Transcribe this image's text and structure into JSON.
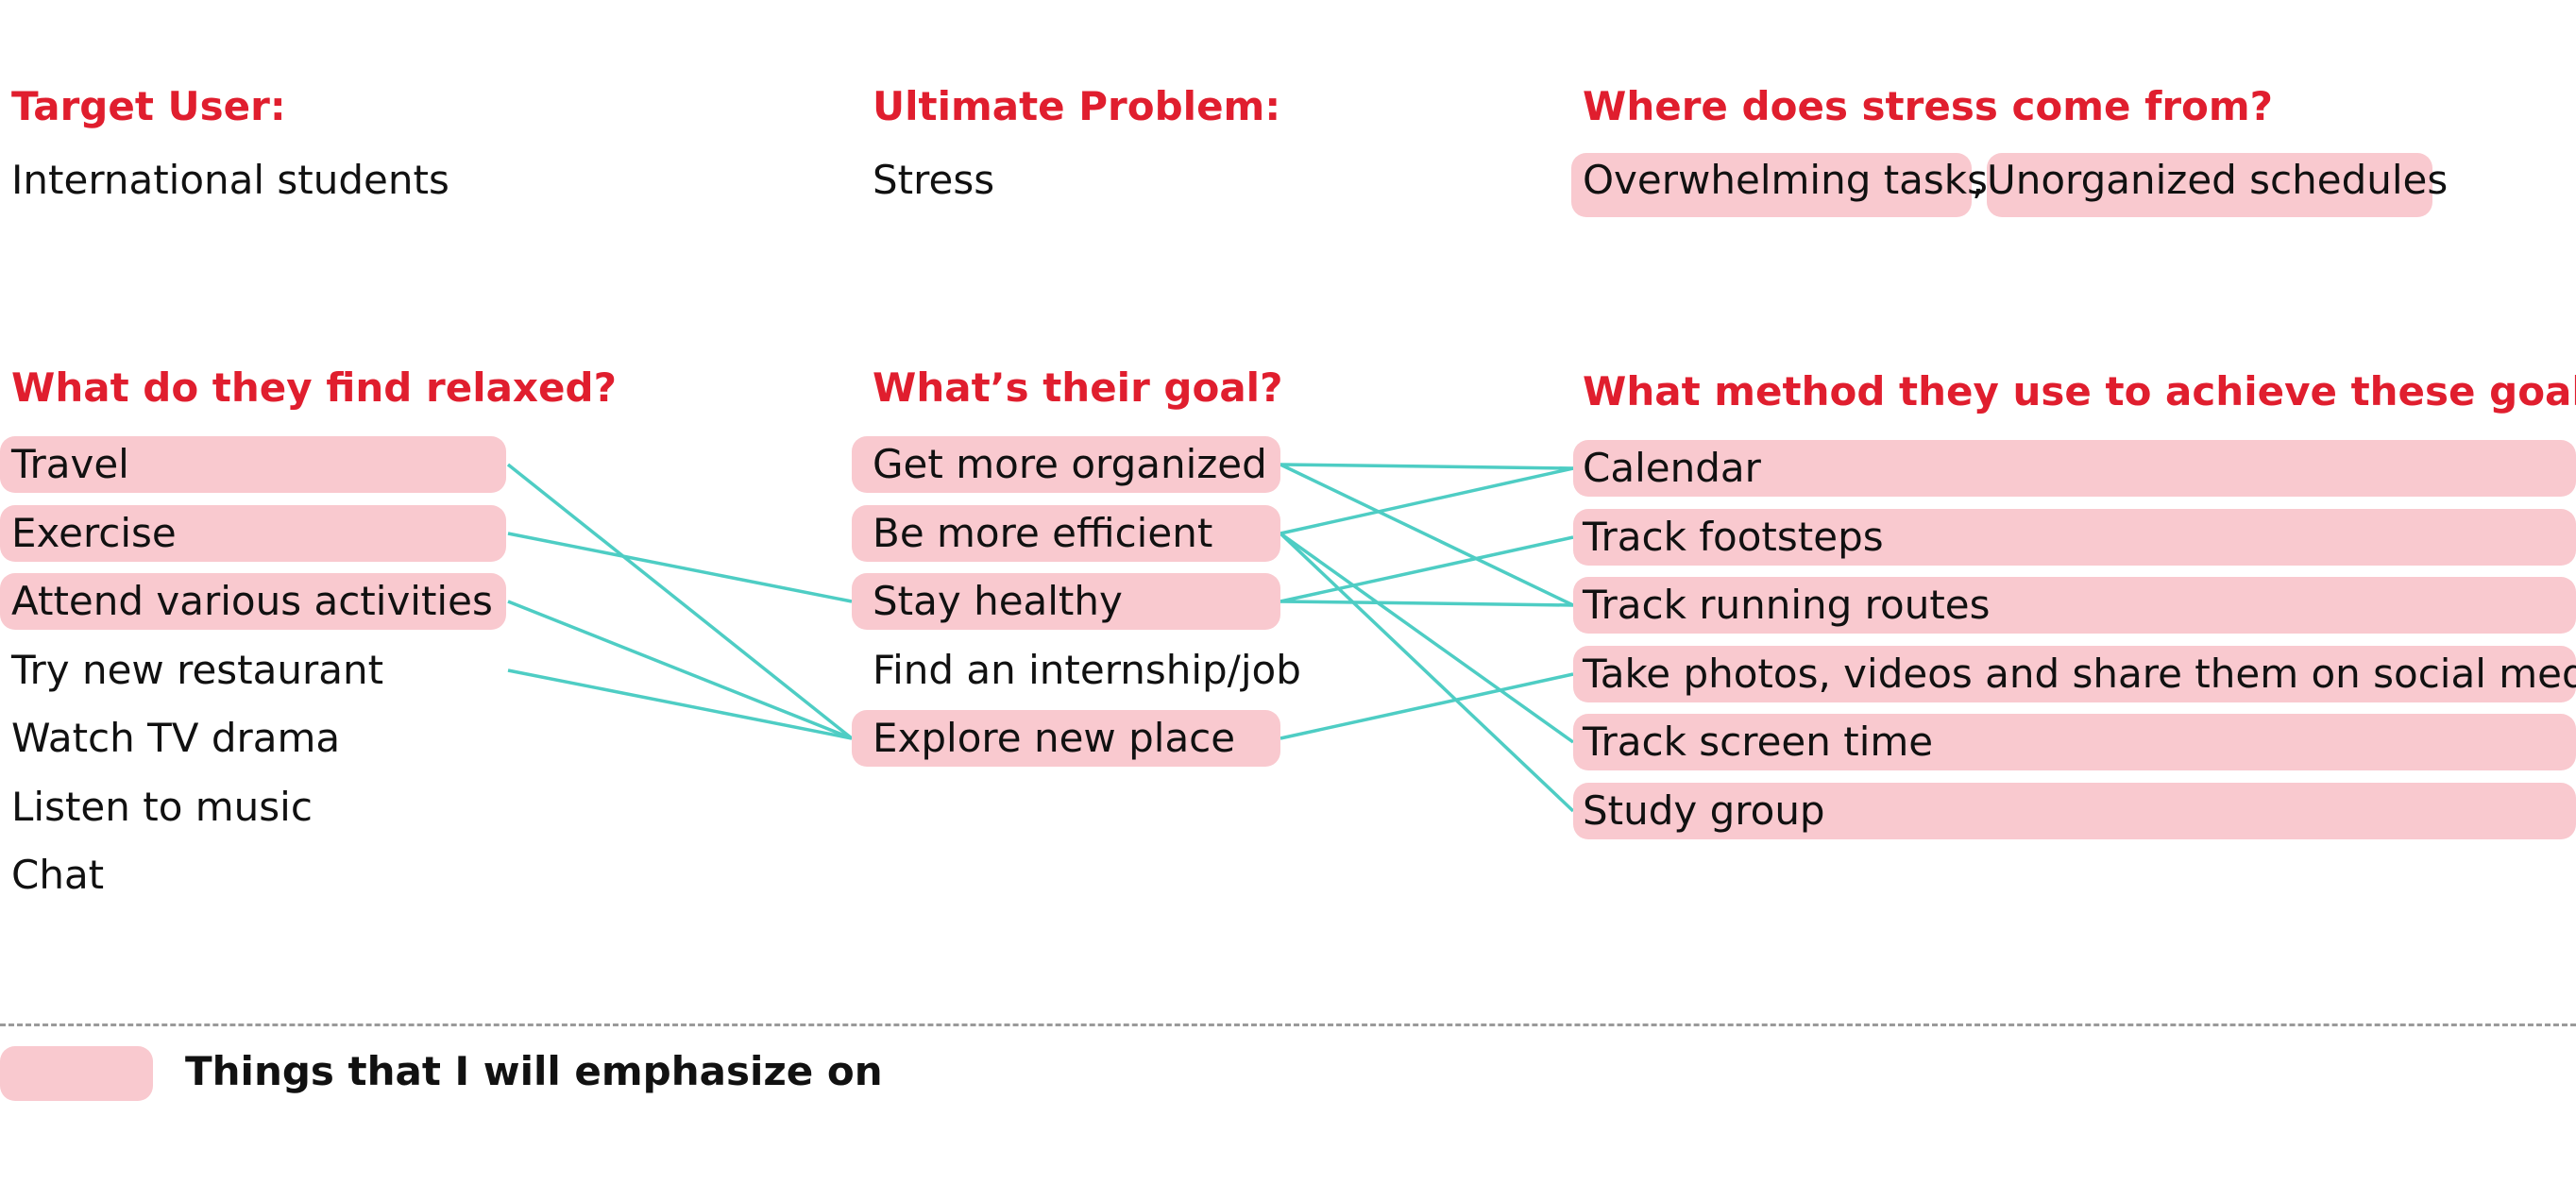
{
  "colors": {
    "heading": "#e01e2e",
    "highlight": "#f9c9cf",
    "link": "#4ecdc4",
    "text": "#111111"
  },
  "top": {
    "target_user": {
      "heading": "Target User:",
      "value": "International students"
    },
    "ultimate_problem": {
      "heading": "Ultimate Problem:",
      "value": "Stress"
    },
    "stress_source": {
      "heading": "Where does stress come from?",
      "item1": "Overwhelming tasks",
      "separator": ",",
      "item2": "Unorganized schedules"
    }
  },
  "relaxed": {
    "heading": "What do they find relaxed?",
    "items": [
      {
        "label": "Travel",
        "emphasized": true
      },
      {
        "label": "Exercise",
        "emphasized": true
      },
      {
        "label": "Attend various activities",
        "emphasized": true
      },
      {
        "label": "Try new restaurant",
        "emphasized": false
      },
      {
        "label": "Watch TV drama",
        "emphasized": false
      },
      {
        "label": "Listen to music",
        "emphasized": false
      },
      {
        "label": "Chat",
        "emphasized": false
      }
    ]
  },
  "goals": {
    "heading": "What’s their goal?",
    "items": [
      {
        "label": "Get more organized",
        "emphasized": true
      },
      {
        "label": "Be more efficient",
        "emphasized": true
      },
      {
        "label": "Stay healthy",
        "emphasized": true
      },
      {
        "label": "Find an internship/job",
        "emphasized": false
      },
      {
        "label": "Explore new place",
        "emphasized": true
      }
    ]
  },
  "methods": {
    "heading": "What method they use to achieve these goals?",
    "items": [
      {
        "label": "Calendar",
        "emphasized": true
      },
      {
        "label": "Track footsteps",
        "emphasized": true
      },
      {
        "label": "Track running routes",
        "emphasized": true
      },
      {
        "label": "Take photos, videos and share them on social media",
        "emphasized": true
      },
      {
        "label": "Track screen time",
        "emphasized": true
      },
      {
        "label": "Study group",
        "emphasized": true
      }
    ]
  },
  "links": [
    {
      "from": "relaxed.0",
      "to": "goals.4"
    },
    {
      "from": "relaxed.1",
      "to": "goals.2"
    },
    {
      "from": "relaxed.2",
      "to": "goals.4"
    },
    {
      "from": "relaxed.3",
      "to": "goals.4"
    },
    {
      "from": "goals.0",
      "to": "methods.0"
    },
    {
      "from": "goals.0",
      "to": "methods.2"
    },
    {
      "from": "goals.1",
      "to": "methods.0"
    },
    {
      "from": "goals.1",
      "to": "methods.4"
    },
    {
      "from": "goals.1",
      "to": "methods.5"
    },
    {
      "from": "goals.2",
      "to": "methods.1"
    },
    {
      "from": "goals.2",
      "to": "methods.2"
    },
    {
      "from": "goals.4",
      "to": "methods.3"
    }
  ],
  "legend": {
    "label": "Things that I will emphasize on"
  }
}
